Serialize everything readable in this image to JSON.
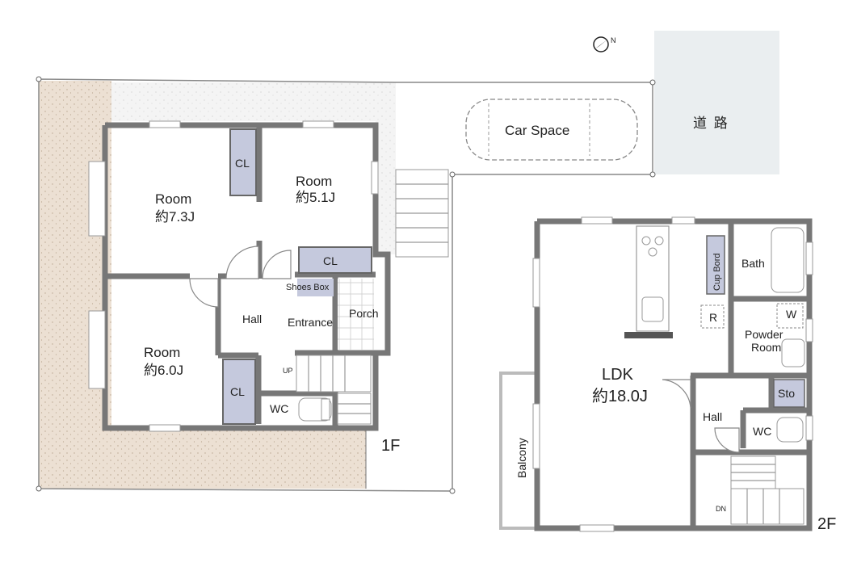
{
  "floor1": {
    "label": "1F",
    "rooms": [
      {
        "name": "Room",
        "size": "約7.3J"
      },
      {
        "name": "Room",
        "size": "約5.1J"
      },
      {
        "name": "Room",
        "size": "約6.0J"
      }
    ],
    "closets": [
      "CL",
      "CL",
      "CL"
    ],
    "hall": "Hall",
    "entrance": "Entrance",
    "porch": "Porch",
    "shoes_box": "Shoes Box",
    "wc": "WC",
    "stair_up": "UP",
    "car_space": "Car Space",
    "road": "道 路"
  },
  "floor2": {
    "label": "2F",
    "ldk_name": "LDK",
    "ldk_size": "約18.0J",
    "bath": "Bath",
    "cupboard": "Cup Bord",
    "powder_room_line1": "Powder",
    "powder_room_line2": "Room",
    "washer": "W",
    "fridge": "R",
    "storage": "Sto",
    "hall": "Hall",
    "wc": "WC",
    "balcony": "Balcony",
    "stair_down": "DN"
  },
  "colors": {
    "wall": "#777777",
    "closet": "#c5c9dd",
    "garden": "#ece0d3",
    "road": "#eaeef0",
    "paving": "#f2f2f2"
  },
  "icons": [
    "compass-icon"
  ]
}
